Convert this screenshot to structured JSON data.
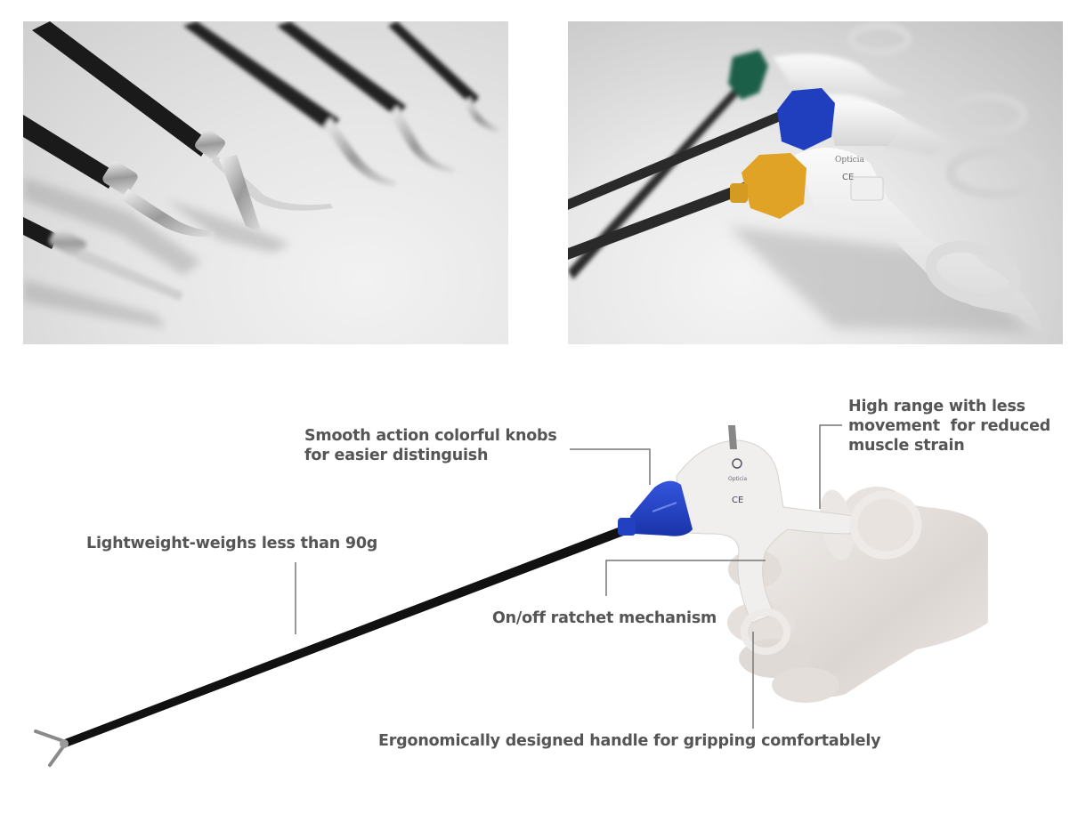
{
  "photos": {
    "left": {
      "subject": "laparoscopic instrument tips (scissors, graspers) on light grey surface"
    },
    "right": {
      "subject": "laparoscopic instrument handles with colored rotation knobs",
      "knob_colors": {
        "green": "#1f5e4a",
        "blue": "#1f3fbf",
        "yellow": "#e0a326"
      },
      "brand_mark": "Opticia"
    }
  },
  "diagram": {
    "brand_mark": "Opticia",
    "ce_mark": "CE",
    "knob_color": "#2340c4",
    "callouts": {
      "knobs": {
        "line1": "Smooth action colorful knobs",
        "line2": "for easier distinguish"
      },
      "range": {
        "line1": "High range with less",
        "line2": "movement  for reduced",
        "line3": "muscle strain"
      },
      "weight": {
        "text": "Lightweight-weighs less than 90g"
      },
      "ratchet": {
        "text": "On/off ratchet mechanism"
      },
      "handle": {
        "text": "Ergonomically designed handle for gripping comfortablely"
      }
    },
    "colors": {
      "label_text": "#555555",
      "leader_line": "#777777"
    }
  }
}
